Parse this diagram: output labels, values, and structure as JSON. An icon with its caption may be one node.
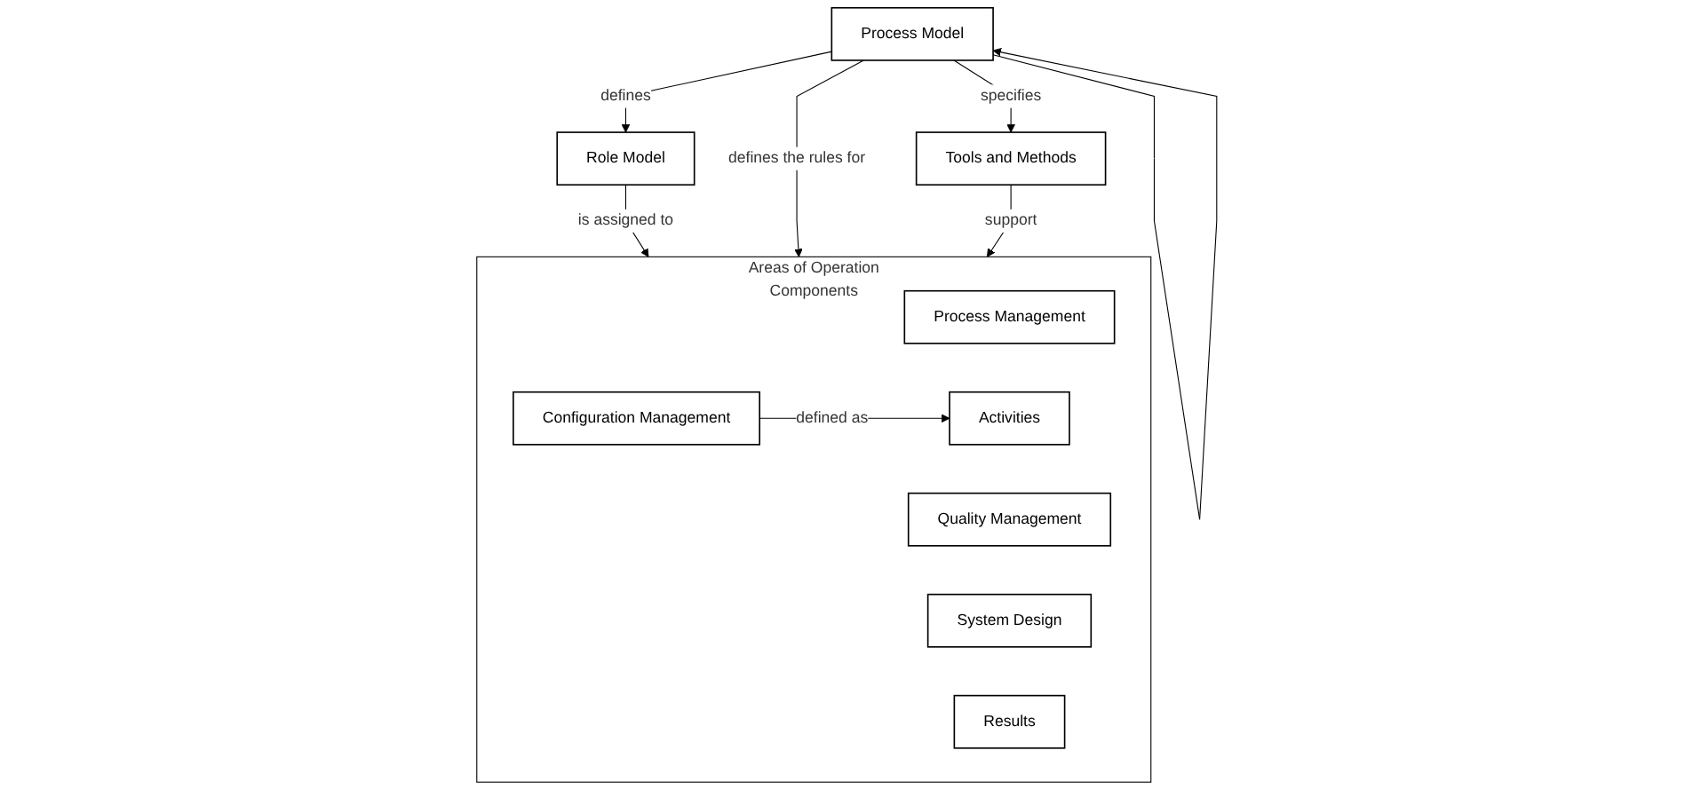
{
  "diagram": {
    "nodes": [
      {
        "text": [
          "Role Model"
        ]
      },
      {
        "text": [
          "Process Model"
        ]
      },
      {
        "text": [
          "Tools and Methods"
        ]
      },
      {
        "text": [
          "Areas of Operation",
          "Components"
        ]
      },
      {
        "text": [
          "Process Management"
        ],
        "in": 3
      },
      {
        "text": [
          "Configuration Management"
        ],
        "in": 3
      },
      {
        "text": [
          "Quality Management"
        ],
        "in": 3
      },
      {
        "text": [
          "System Design"
        ],
        "in": 3
      },
      {
        "text": [
          "Activities"
        ],
        "in": 3
      },
      {
        "text": [
          "Results"
        ],
        "in": 3
      }
    ],
    "edges": [
      {
        "from": 1,
        "to": 0,
        "arrow": "to",
        "label": "defines"
      },
      {
        "from": 1,
        "to": 2,
        "arrow": "to",
        "label": "specifies"
      },
      {
        "from": 1,
        "to": 1,
        "arrow": "to"
      },
      {
        "from": 0,
        "to": 3,
        "arrow": "to",
        "label": "is assigned to"
      },
      {
        "from": 1,
        "to": 3,
        "arrow": "to",
        "label": "defines the rules for"
      },
      {
        "from": 2,
        "to": 3,
        "arrow": "to",
        "label": "support"
      },
      {
        "from": 5,
        "to": 8,
        "arrow": "to",
        "label": "defined as"
      }
    ]
  }
}
